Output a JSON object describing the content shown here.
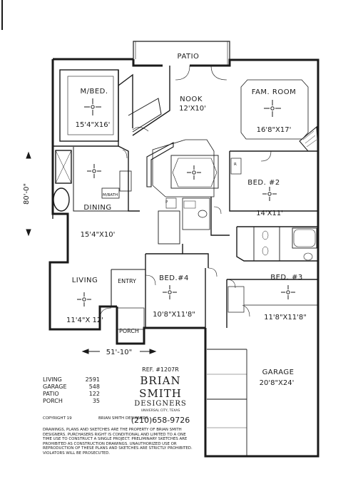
{
  "rooms": {
    "patio": "PATIO",
    "master_bed": "M/BED.",
    "master_bed_dims": "15'4\"X16'",
    "nook": "NOOK",
    "nook_dims": "12'X10'",
    "family_room": "FAM. ROOM",
    "family_room_dims": "16'8\"X17'",
    "master_bath": "M/BATH",
    "bed2": "BED. #2",
    "bed2_dims": "14'X11'",
    "dining": "DINING",
    "dining_dims": "15'4\"X10'",
    "living": "LIVING",
    "living_dims": "11'4\"X 12'",
    "entry": "ENTRY",
    "bed4": "BED.#4",
    "bed4_dims": "10'8\"X11'8\"",
    "bed3": "BED. #3",
    "bed3_dims": "11'8\"X11'8\"",
    "porch": "PORCH",
    "garage": "GARAGE",
    "garage_dims": "20'8\"X24'",
    "pantry": "P",
    "refrigerator": "R"
  },
  "overall": {
    "depth": "80'-0\"",
    "width": "51'-10\""
  },
  "areas": [
    {
      "label": "LIVING",
      "value": "2591"
    },
    {
      "label": "GARAGE",
      "value": "548"
    },
    {
      "label": "PATIO",
      "value": "122"
    },
    {
      "label": "PORCH",
      "value": "35"
    }
  ],
  "brand": {
    "ref": "REF. #1207R",
    "name": "BRIAN SMITH",
    "designers": "DESIGNERS",
    "city": "UNIVERSAL CITY, TEXAS",
    "phone": "(210)658-9726"
  },
  "copyright": {
    "text": "COPYRIGHT 19",
    "holder": "BRIAN SMITH DESIGNERS"
  },
  "legal": "DRAWINGS, PLANS AND SKETCHES ARE THE PROPERTY OF BRIAN SMITH DESIGNERS. PURCHASERS RIGHT IS CONDITIONAL AND LIMITED TO A ONE TIME USE TO CONSTRUCT A SINGLE PROJECT. PRELIMINARY SKETCHES ARE PROHIBITED AS CONSTRUCTION DRAWINGS. UNAUTHORIZED USE OR REPRODUCTION OF THESE PLANS AND SKETCHES ARE STRICTLY PROHIBITED. VIOLATORS WILL BE PROSECUTED."
}
